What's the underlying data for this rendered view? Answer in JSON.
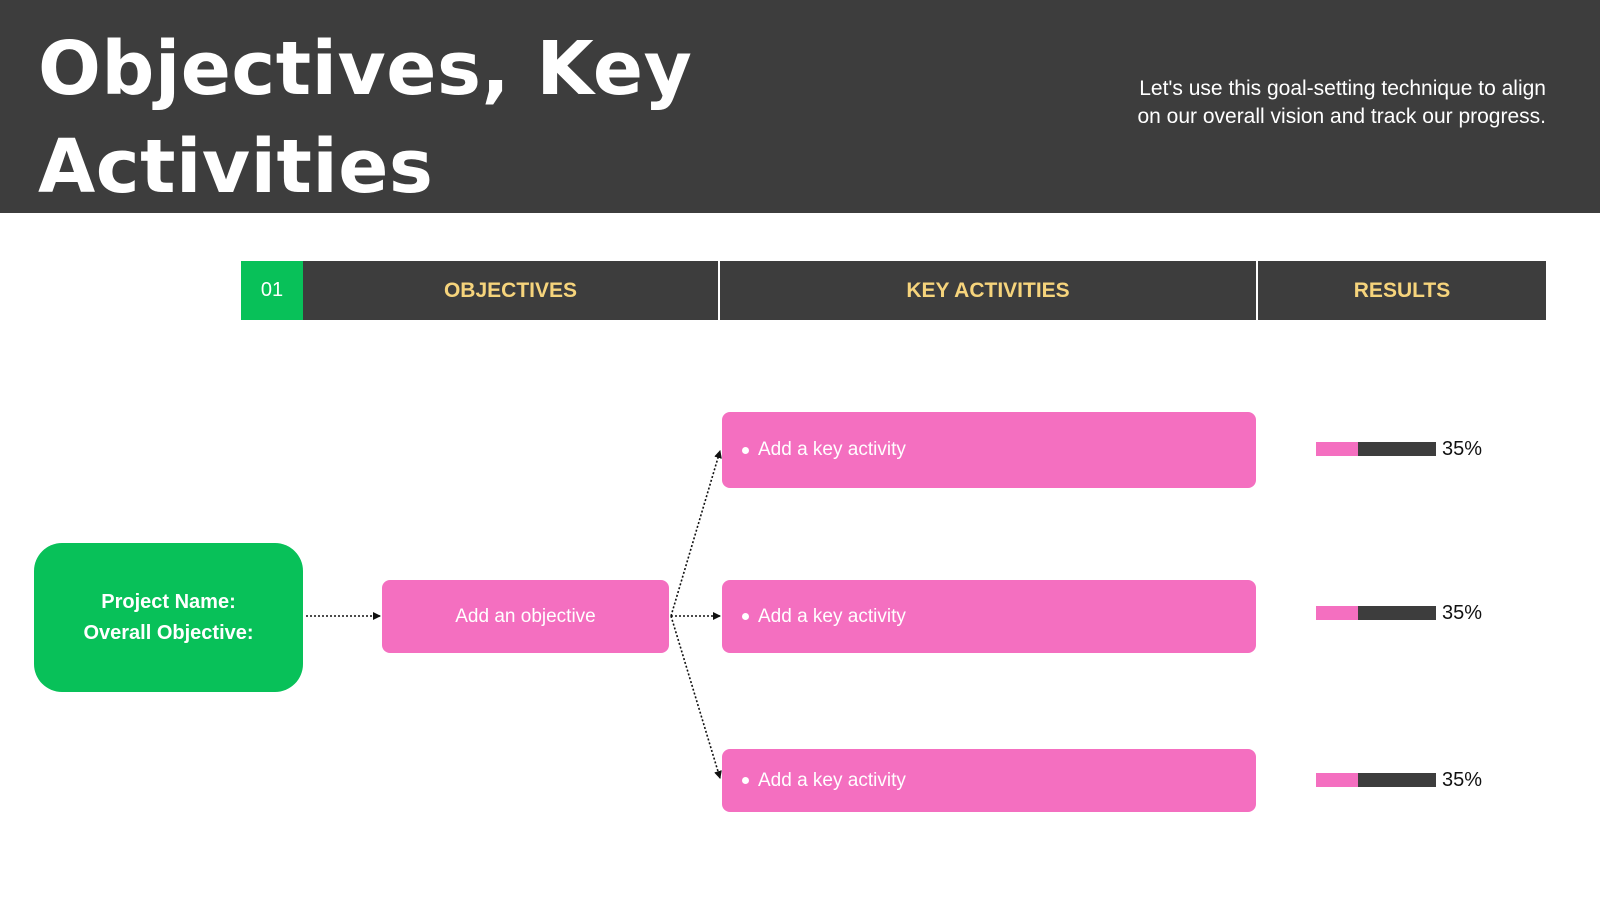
{
  "header": {
    "title_line1": "Objectives, Key Activities",
    "title_line2": "and Results (OKR)",
    "subtitle_line1": "Let's use this goal-setting technique to align",
    "subtitle_line2": "on our overall vision and track our progress."
  },
  "table_header": {
    "number": "01",
    "objectives": "OBJECTIVES",
    "key_activities": "KEY ACTIVITIES",
    "results": "RESULTS"
  },
  "project": {
    "name_label": "Project Name:",
    "objective_label": "Overall Objective:"
  },
  "objective": {
    "label": "Add an objective"
  },
  "activities": [
    {
      "label": "Add a key activity",
      "result_label": "35%",
      "progress": 0.35
    },
    {
      "label": "Add a key activity",
      "result_label": "35%",
      "progress": 0.35
    },
    {
      "label": "Add a key activity",
      "result_label": "35%",
      "progress": 0.35
    }
  ],
  "colors": {
    "header_bg": "#3d3d3d",
    "accent_green": "#08c159",
    "accent_pink": "#f46fc0",
    "header_text_yellow": "#f6d47c"
  }
}
